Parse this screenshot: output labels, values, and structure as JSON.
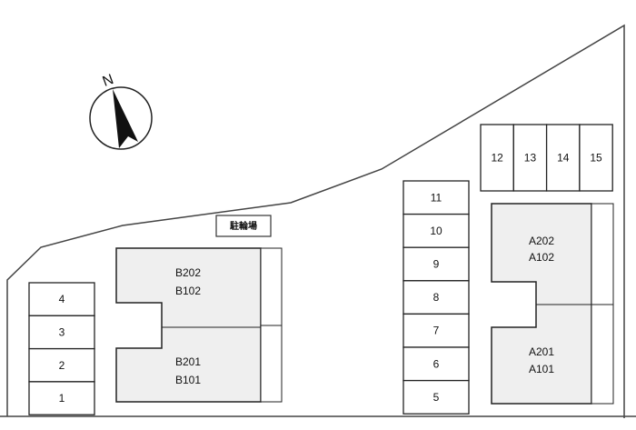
{
  "compass": {
    "label": "N"
  },
  "bicycle_parking": {
    "label": "駐輪場"
  },
  "parking_left": [
    "4",
    "3",
    "2",
    "1"
  ],
  "parking_middle": [
    "11",
    "10",
    "9",
    "8",
    "7",
    "6",
    "5"
  ],
  "parking_top": [
    "12",
    "13",
    "14",
    "15"
  ],
  "building_b": {
    "upper": [
      "B202",
      "B102"
    ],
    "lower": [
      "B201",
      "B101"
    ]
  },
  "building_a": {
    "upper": [
      "A202",
      "A102"
    ],
    "lower": [
      "A201",
      "A101"
    ]
  },
  "colors": {
    "building_fill": "#efefef",
    "line": "#222222"
  }
}
